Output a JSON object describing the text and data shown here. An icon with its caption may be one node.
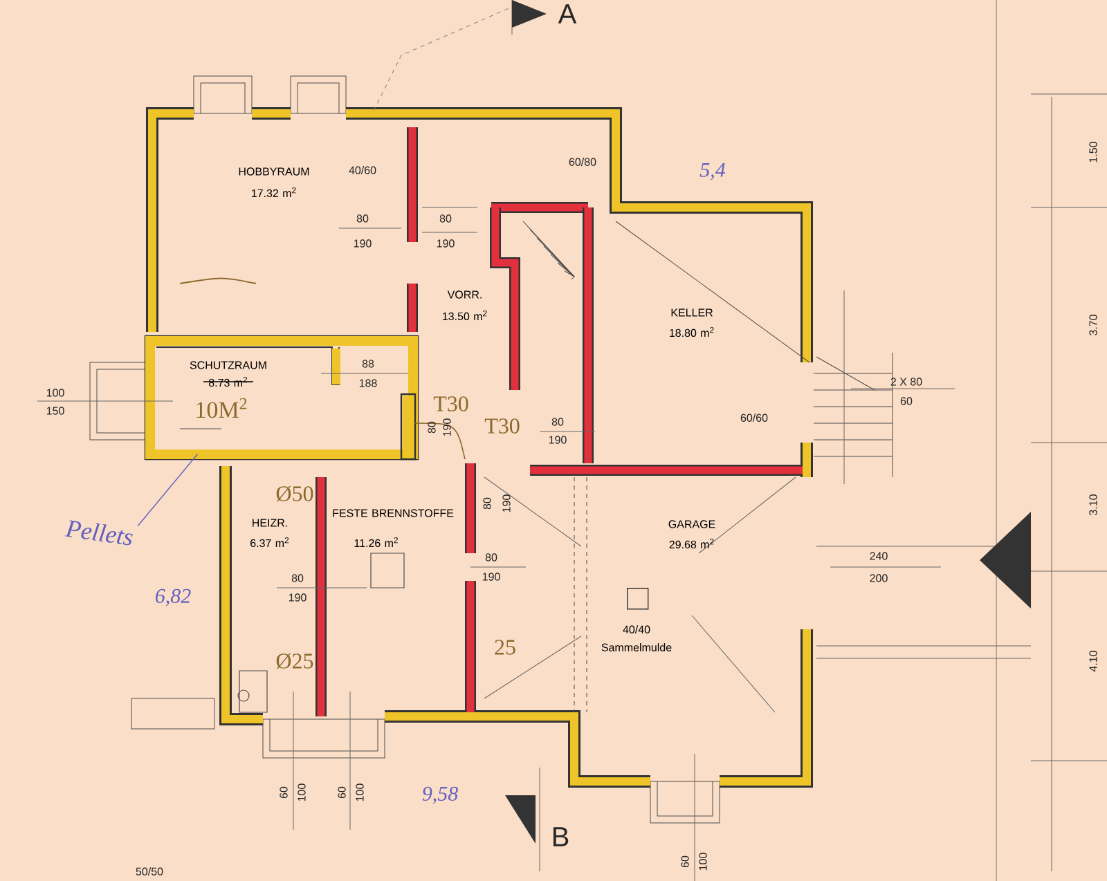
{
  "diagram": {
    "nodes": [
      {
        "text": [
          "HOBBYRAUM",
          "17.32 m$^{2}$"
        ]
      },
      {
        "text": [
          "VORR.",
          "13.50 m$^{2}$"
        ]
      },
      {
        "text": [
          "KELLER",
          "18.80 m$^{2}$"
        ]
      },
      {
        "text": [
          "SCHUTZRAUM",
          "8.73 m$^{2}$",
          "10M$^{2}$"
        ]
      },
      {
        "text": [
          "HEIZR.",
          "6.37 m$^{2}$"
        ]
      },
      {
        "text": [
          "FESTE BRENNSTOFFE",
          "11.26 m$^{2}$"
        ]
      },
      {
        "text": [
          "GARAGE",
          "29.68 m$^{2}$"
        ]
      },
      {
        "text": [],
        "shape": "box",
        "beside": [
          "40/40",
          "Sammelmulde"
        ]
      },
      {
        "text": [
          "Pellets"
        ]
      }
    ],
    "edges": [
      {
        "from": 8,
        "to": 3,
        "arrow": "none",
        "color": "#6060c0"
      }
    ],
    "labels": [
      "A",
      "40/60",
      "60/80",
      "5,4",
      "1.50",
      "80",
      "190",
      "80",
      "190",
      "3.70",
      "88",
      "188",
      "T30",
      "T30",
      "100",
      "150",
      "80",
      "190",
      "80",
      "190",
      "60/60",
      "2 X 80",
      "60",
      "3.10",
      "Ø50",
      "80",
      "190",
      "240",
      "200",
      "6,82",
      "80",
      "190",
      "80",
      "190",
      "4.10",
      "Ø25",
      "25",
      "60",
      "100",
      "60",
      "100",
      "9,58",
      "B",
      "60",
      "100",
      "50/50"
    ]
  }
}
